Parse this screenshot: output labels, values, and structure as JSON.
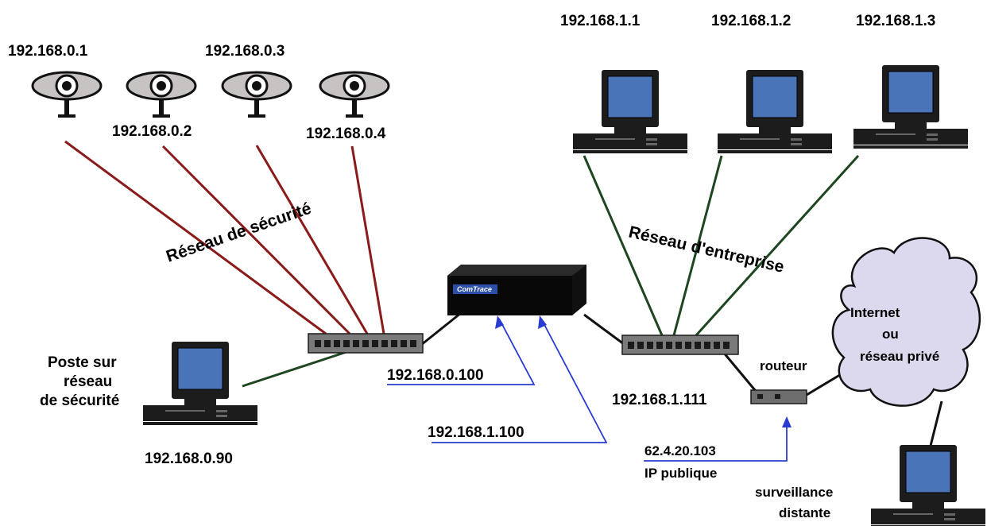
{
  "cameras": [
    {
      "ip": "192.168.0.1"
    },
    {
      "ip": "192.168.0.2"
    },
    {
      "ip": "192.168.0.3"
    },
    {
      "ip": "192.168.0.4"
    }
  ],
  "workstations": [
    {
      "ip": "192.168.1.1"
    },
    {
      "ip": "192.168.1.2"
    },
    {
      "ip": "192.168.1.3"
    }
  ],
  "security_network_label": "Réseau de sécurité",
  "enterprise_network_label": "Réseau d'entreprise",
  "security_post": {
    "label_lines": [
      "Poste sur",
      "réseau",
      "de sécurité"
    ],
    "ip": "192.168.0.90"
  },
  "central_device": {
    "brand": "ComTrace",
    "ip_security": "192.168.0.100",
    "ip_enterprise": "192.168.1.100"
  },
  "enterprise_switch_ip": "192.168.1.111",
  "router": {
    "label": "routeur",
    "public_ip": "62.4.20.103",
    "public_ip_label": "IP publique"
  },
  "cloud": {
    "label_lines": [
      "Internet",
      "ou",
      "réseau privé"
    ]
  },
  "remote": {
    "label_lines": [
      "surveillance",
      "distante"
    ]
  },
  "colors": {
    "security_link": "#8b1a1a",
    "enterprise_link": "#1e4620",
    "annotation": "#2a3bd1",
    "screen": "#4a74b8",
    "cloud_fill": "#dcd8ee"
  }
}
